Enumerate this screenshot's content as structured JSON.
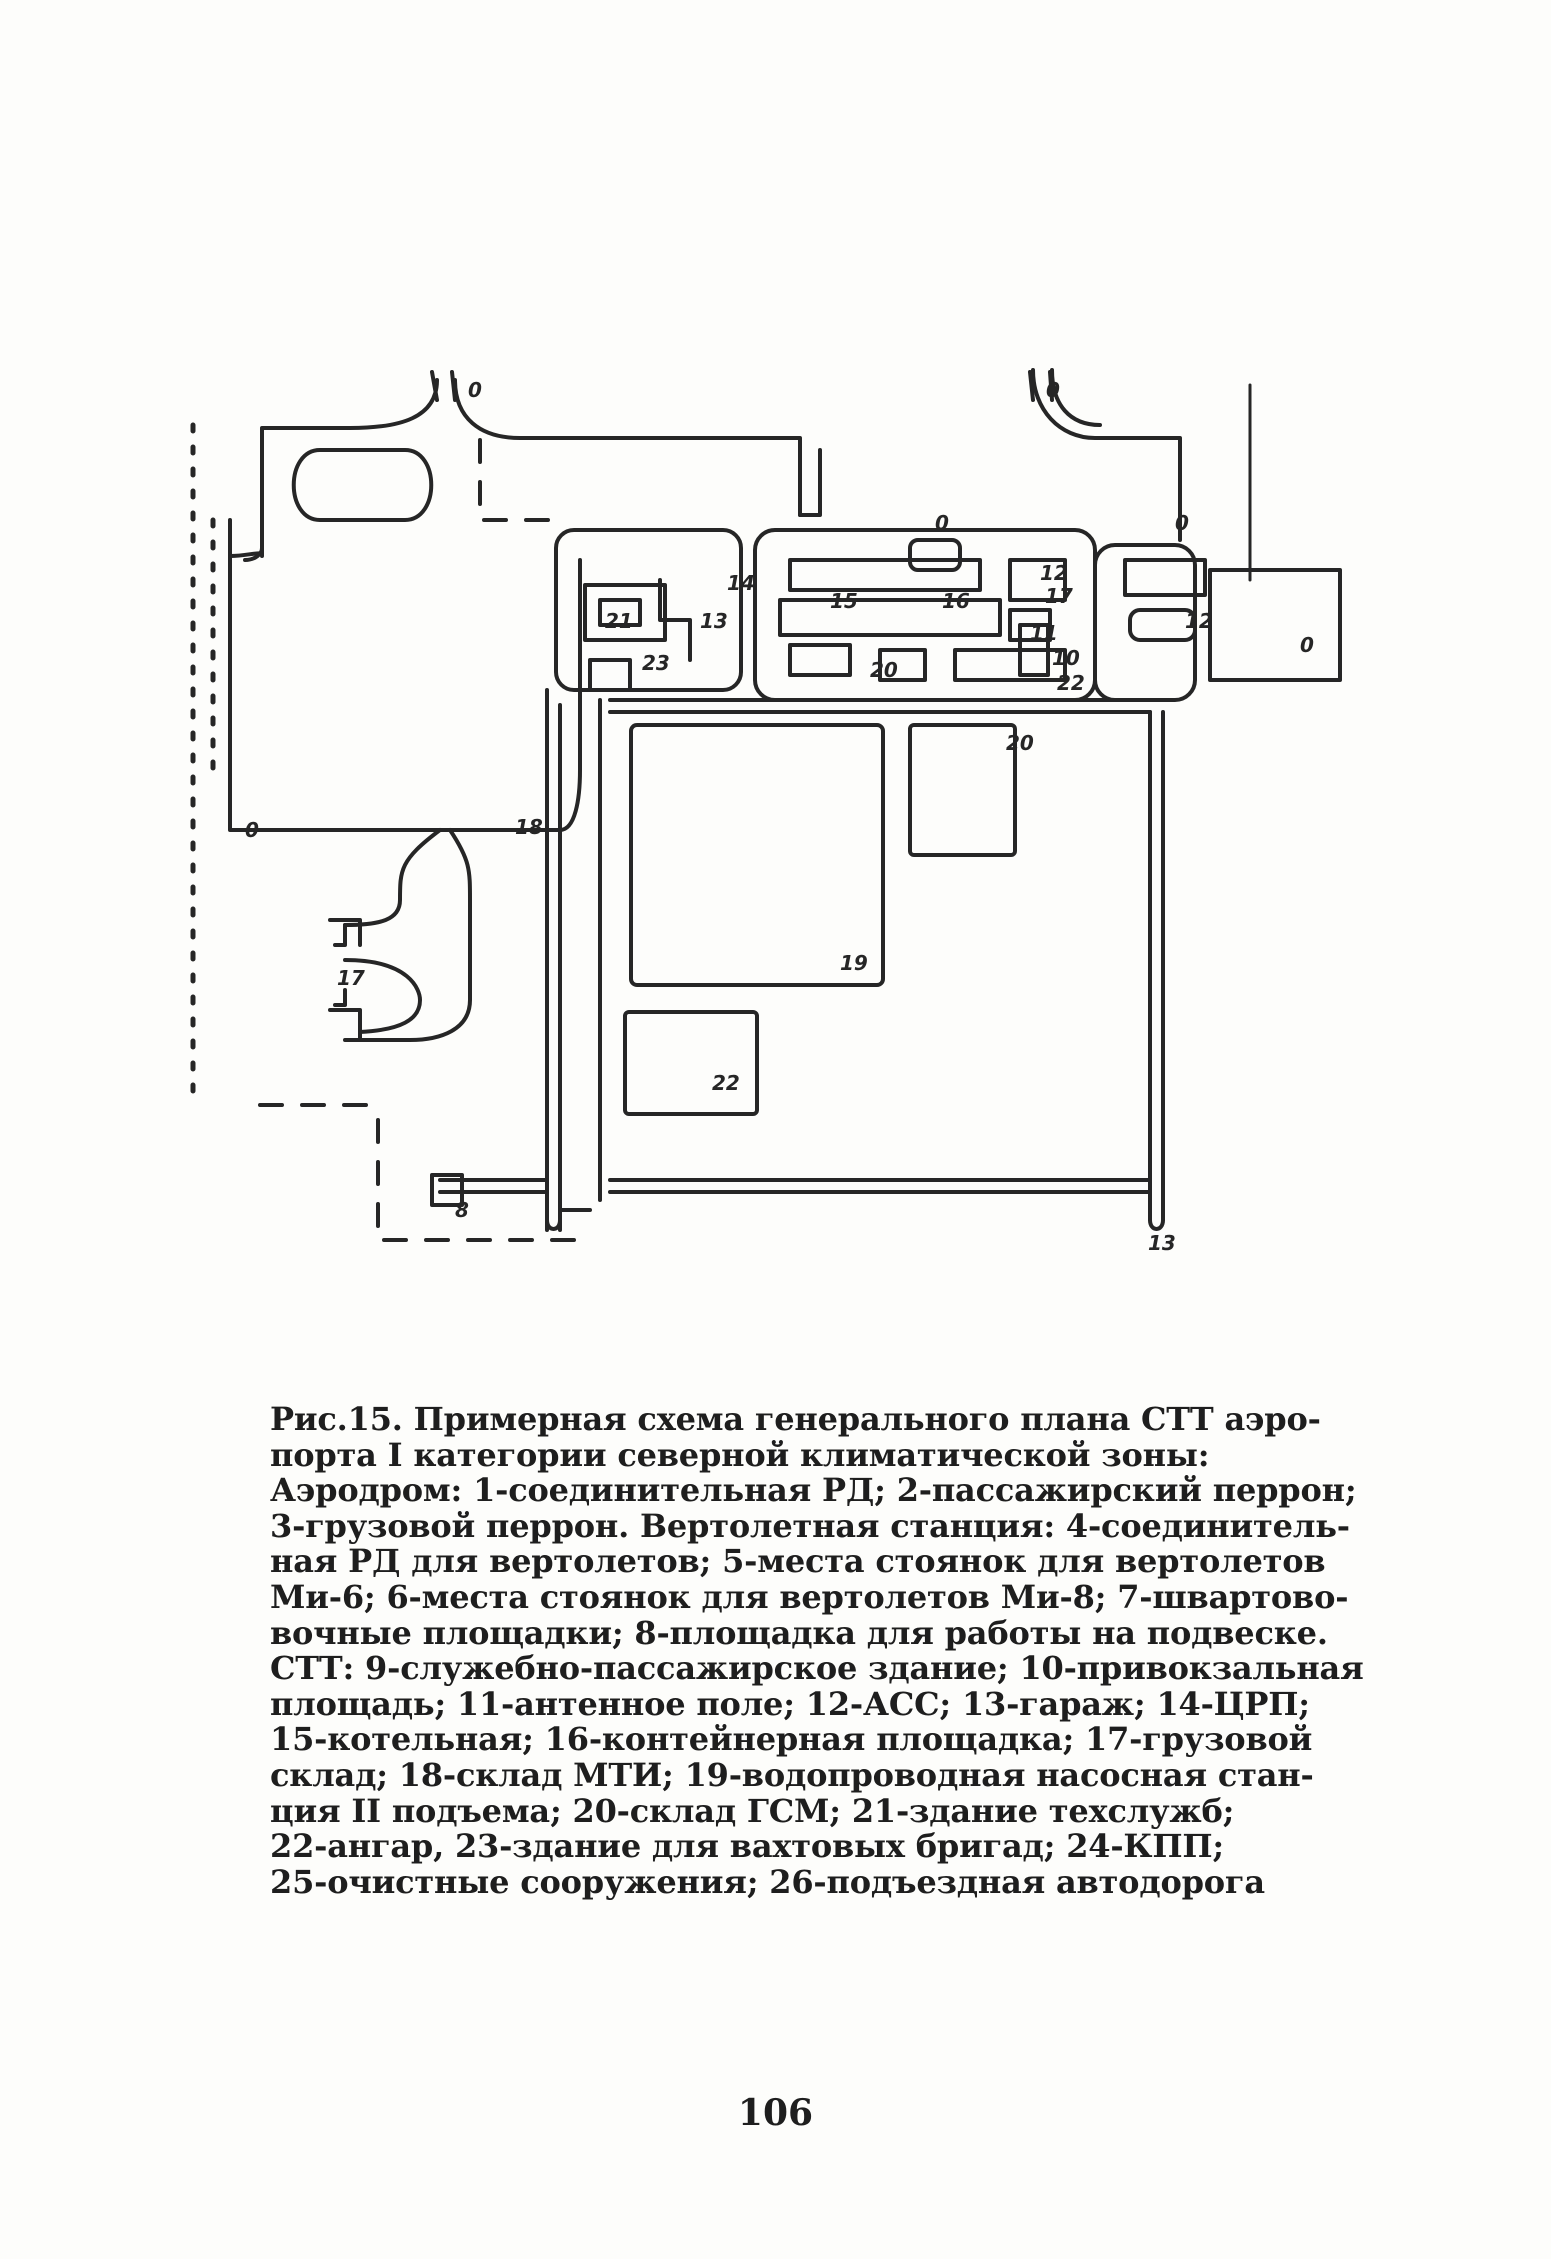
{
  "figure": {
    "labels": [
      "0",
      "0",
      "0",
      "0",
      "0",
      "21",
      "23",
      "13",
      "14",
      "15",
      "16",
      "12",
      "17",
      "11",
      "10",
      "20",
      "22",
      "12",
      "0",
      "20",
      "19",
      "22",
      "18",
      "17",
      "8",
      "13"
    ]
  },
  "caption": {
    "lines": [
      "Рис.15. Примерная схема генерального плана СТТ аэро-",
      "порта I категории северной климатической зоны:",
      "Аэродром: 1-соединительная РД; 2-пассажирский перрон;",
      "3-грузовой перрон. Вертолетная станция: 4-соединитель-",
      "ная РД для вертолетов; 5-места стоянок для вертолетов",
      "Ми-6; 6-места стоянок для вертолетов Ми-8; 7-швартово-",
      "вочные площадки; 8-площадка для работы на подвеске.",
      "СТТ: 9-служебно-пассажирское здание; 10-привокзальная",
      "площадь; 11-антенное поле; 12-АСС; 13-гараж; 14-ЦРП;",
      "15-котельная; 16-контейнерная площадка; 17-грузовой",
      "склад; 18-склад МТИ; 19-водопроводная насосная стан-",
      "ция II подъема; 20-склад ГСМ; 21-здание техслужб;",
      "22-ангар, 23-здание для вахтовых бригад; 24-КПП;",
      "25-очистные сооружения; 26-подъездная автодорога"
    ]
  },
  "page_number": "106"
}
